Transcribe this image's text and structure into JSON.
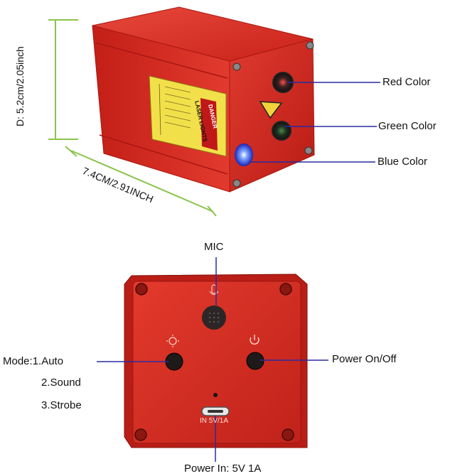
{
  "top_product": {
    "dimension_height": "D: 5.2cm/2.05inch",
    "dimension_length": "7.4CM/2.91INCH",
    "callouts": {
      "red": "Red Color",
      "green": "Green Color",
      "blue": "Blue Color"
    },
    "sticker": {
      "brand": "LASER LIGHTS",
      "warning": "DANGER"
    }
  },
  "bottom_product": {
    "mic_label": "MIC",
    "mode_label": "Mode:1.Auto",
    "mode_2": "2.Sound",
    "mode_3": "3.Strobe",
    "power_label": "Power On/Off",
    "power_in_label": "Power In: 5V 1A",
    "port_text": "IN 5V/1A"
  },
  "colors": {
    "body_red": "#d42a22",
    "dimension_line": "#8bc34a",
    "callout_line": "#2a2aa0",
    "sticker_yellow": "#f2e04a"
  }
}
